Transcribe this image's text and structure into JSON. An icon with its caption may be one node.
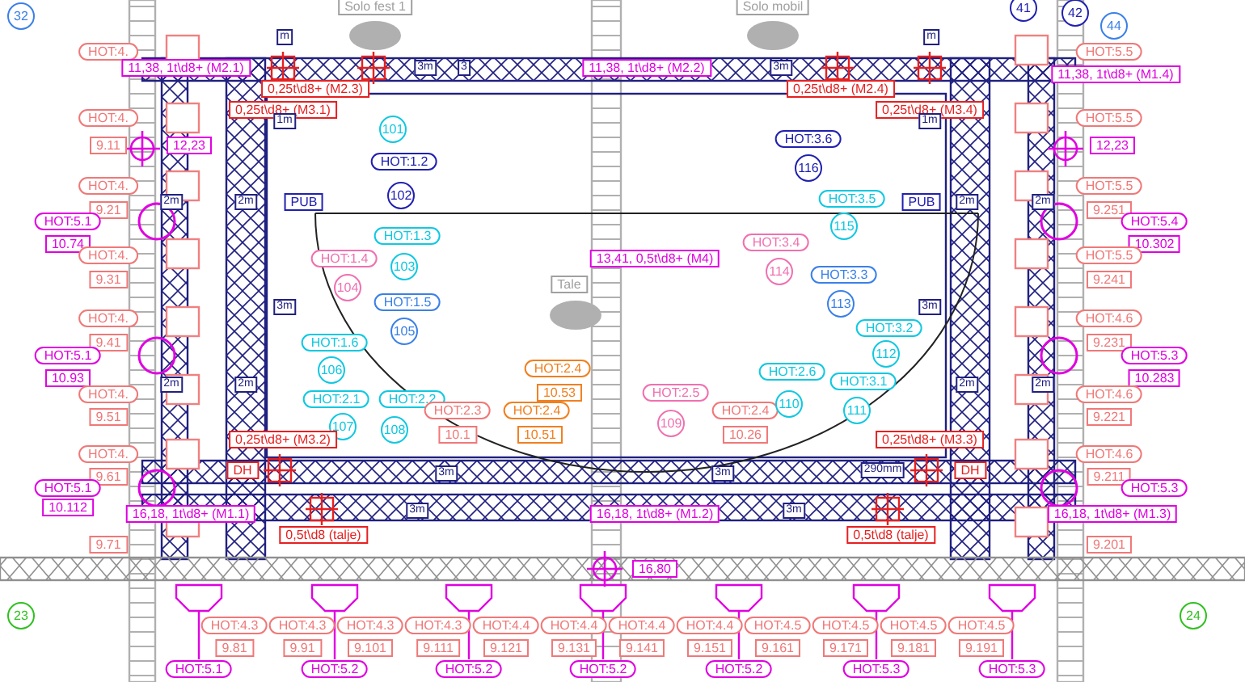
{
  "diagram": {
    "nodes": [
      {
        "text": [
          "HOT:4."
        ]
      },
      {
        "text": [
          "HOT:4."
        ]
      },
      {
        "text": [
          "9.11"
        ]
      },
      {
        "text": [
          "12,23"
        ]
      },
      {
        "text": [
          "HOT:4."
        ]
      },
      {
        "text": [
          "9.21"
        ]
      },
      {
        "text": [
          "HOT:5.1"
        ]
      },
      {
        "text": [
          "10.74"
        ]
      },
      {
        "text": [
          "HOT:4."
        ]
      },
      {
        "text": [
          "9.31"
        ]
      },
      {
        "text": [
          "HOT:4."
        ]
      },
      {
        "text": [
          "9.41"
        ]
      },
      {
        "text": [
          "HOT:5.1"
        ]
      },
      {
        "text": [
          "10.93"
        ]
      },
      {
        "text": [
          "HOT:4."
        ]
      },
      {
        "text": [
          "9.51"
        ]
      },
      {
        "text": [
          "HOT:4."
        ]
      },
      {
        "text": [
          "9.61"
        ]
      },
      {
        "text": [
          "HOT:5.1"
        ]
      },
      {
        "text": [
          "10.112"
        ]
      },
      {
        "text": [
          "9.71"
        ]
      },
      {
        "text": [
          "HOT:5.5"
        ]
      },
      {
        "text": [
          "HOT:5.5"
        ]
      },
      {
        "text": [
          "12,23"
        ]
      },
      {
        "text": [
          "HOT:5.5"
        ]
      },
      {
        "text": [
          "9.251"
        ]
      },
      {
        "text": [
          "HOT:5.4"
        ]
      },
      {
        "text": [
          "10.302"
        ]
      },
      {
        "text": [
          "HOT:5.5"
        ]
      },
      {
        "text": [
          "9.241"
        ]
      },
      {
        "text": [
          "HOT:4.6"
        ]
      },
      {
        "text": [
          "9.231"
        ]
      },
      {
        "text": [
          "HOT:5.3"
        ]
      },
      {
        "text": [
          "10.283"
        ]
      },
      {
        "text": [
          "HOT:4.6"
        ]
      },
      {
        "text": [
          "9.221"
        ]
      },
      {
        "text": [
          "HOT:4.6"
        ]
      },
      {
        "text": [
          "9.211"
        ]
      },
      {
        "text": [
          "HOT:5.3"
        ]
      },
      {
        "text": [
          "9.201"
        ]
      },
      {
        "text": [
          "11,38, 1t\\d8+ (M2.1)"
        ]
      },
      {
        "text": [
          "0,25t\\d8+ (M2.3)"
        ]
      },
      {
        "text": [
          "0,25t\\d8+ (M3.1)"
        ]
      },
      {
        "text": [
          "11,38, 1t\\d8+ (M2.2)"
        ]
      },
      {
        "text": [
          "0,25t\\d8+ (M2.4)"
        ]
      },
      {
        "text": [
          "0,25t\\d8+ (M3.4)"
        ]
      },
      {
        "text": [
          "11,38, 1t\\d8+ (M1.4)"
        ]
      },
      {
        "text": [
          "13,41, 0,5t\\d8+ (M4)"
        ]
      },
      {
        "text": [
          "101"
        ]
      },
      {
        "text": [
          "HOT:1.2"
        ]
      },
      {
        "text": [
          "102"
        ]
      },
      {
        "text": [
          "PUB"
        ]
      },
      {
        "text": [
          "PUB"
        ]
      },
      {
        "text": [
          "HOT:1.3"
        ]
      },
      {
        "text": [
          "103"
        ]
      },
      {
        "text": [
          "HOT:1.4"
        ]
      },
      {
        "text": [
          "104"
        ]
      },
      {
        "text": [
          "HOT:1.5"
        ]
      },
      {
        "text": [
          "105"
        ]
      },
      {
        "text": [
          "HOT:1.6"
        ]
      },
      {
        "text": [
          "106"
        ]
      },
      {
        "text": [
          "HOT:2.1"
        ]
      },
      {
        "text": [
          "107"
        ]
      },
      {
        "text": [
          "HOT:2.2"
        ]
      },
      {
        "text": [
          "108"
        ]
      },
      {
        "text": [
          "HOT:2.3"
        ]
      },
      {
        "text": [
          "10.1"
        ]
      },
      {
        "text": [
          "HOT:2.4"
        ]
      },
      {
        "text": [
          "10.53"
        ]
      },
      {
        "text": [
          "HOT:2.4"
        ]
      },
      {
        "text": [
          "10.51"
        ]
      },
      {
        "text": [
          "HOT:2.5"
        ]
      },
      {
        "text": [
          "109"
        ]
      },
      {
        "text": [
          "HOT:2.4"
        ]
      },
      {
        "text": [
          "10.26"
        ]
      },
      {
        "text": [
          "HOT:2.6"
        ]
      },
      {
        "text": [
          "110"
        ]
      },
      {
        "text": [
          "HOT:3.1"
        ]
      },
      {
        "text": [
          "111"
        ]
      },
      {
        "text": [
          "112"
        ]
      },
      {
        "text": [
          "HOT:3.2"
        ]
      },
      {
        "text": [
          "HOT:3.3"
        ]
      },
      {
        "text": [
          "113"
        ]
      },
      {
        "text": [
          "HOT:3.4"
        ]
      },
      {
        "text": [
          "114"
        ]
      },
      {
        "text": [
          "HOT:3.5"
        ]
      },
      {
        "text": [
          "115"
        ]
      },
      {
        "text": [
          "HOT:3.6"
        ]
      },
      {
        "text": [
          "116"
        ]
      },
      {
        "text": [
          "0,25t\\d8+ (M3.2)"
        ]
      },
      {
        "text": [
          "DH"
        ]
      },
      {
        "text": [
          "0,25t\\d8+ (M3.3)"
        ]
      },
      {
        "text": [
          "DH"
        ]
      },
      {
        "text": [
          "16,18, 1t\\d8+ (M1.1)"
        ]
      },
      {
        "text": [
          "0,5t\\d8 (talje)"
        ]
      },
      {
        "text": [
          "16,18, 1t\\d8+ (M1.2)"
        ]
      },
      {
        "text": [
          "16,18, 1t\\d8+ (M1.3)"
        ]
      },
      {
        "text": [
          "0,5t\\d8 (talje)"
        ]
      },
      {
        "text": [
          "16,80"
        ]
      },
      {
        "text": [
          "HOT:4.3"
        ]
      },
      {
        "text": [
          "9.81"
        ]
      },
      {
        "text": [
          "HOT:4.3"
        ]
      },
      {
        "text": [
          "9.91"
        ]
      },
      {
        "text": [
          "HOT:4.3"
        ]
      },
      {
        "text": [
          "9.101"
        ]
      },
      {
        "text": [
          "HOT:4.3"
        ]
      },
      {
        "text": [
          "9.111"
        ]
      },
      {
        "text": [
          "HOT:4.4"
        ]
      },
      {
        "text": [
          "9.121"
        ]
      },
      {
        "text": [
          "HOT:4.4"
        ]
      },
      {
        "text": [
          "9.131"
        ]
      },
      {
        "text": [
          "HOT:4.4"
        ]
      },
      {
        "text": [
          "9.141"
        ]
      },
      {
        "text": [
          "HOT:4.4"
        ]
      },
      {
        "text": [
          "9.151"
        ]
      },
      {
        "text": [
          "HOT:4.5"
        ]
      },
      {
        "text": [
          "9.161"
        ]
      },
      {
        "text": [
          "HOT:4.5"
        ]
      },
      {
        "text": [
          "9.171"
        ]
      },
      {
        "text": [
          "HOT:4.5"
        ]
      },
      {
        "text": [
          "9.181"
        ]
      },
      {
        "text": [
          "HOT:4.5"
        ]
      },
      {
        "text": [
          "9.191"
        ]
      },
      {
        "text": [
          "HOT:5.1"
        ]
      },
      {
        "text": [
          "HOT:5.2"
        ]
      },
      {
        "text": [
          "HOT:5.2"
        ]
      },
      {
        "text": [
          "HOT:5.2"
        ]
      },
      {
        "text": [
          "HOT:5.2"
        ]
      },
      {
        "text": [
          "HOT:5.3"
        ]
      },
      {
        "text": [
          "HOT:5.3"
        ]
      },
      {
        "text": [
          "32"
        ]
      },
      {
        "text": [
          "41"
        ]
      },
      {
        "text": [
          "42"
        ]
      },
      {
        "text": [
          "44"
        ]
      },
      {
        "text": [
          "23"
        ]
      },
      {
        "text": [
          "24"
        ]
      },
      {
        "text": [
          "Solo fest 1"
        ]
      },
      {
        "text": [
          "Solo mobil"
        ]
      },
      {
        "text": [
          "Tale"
        ]
      }
    ],
    "labels": [
      "3m",
      "3",
      "3m",
      "m",
      "1m",
      "m",
      "1m",
      "2m",
      "2m",
      "2m",
      "2m",
      "2m",
      "2m",
      "2m",
      "2m",
      "3m",
      "3m",
      "3m",
      "3m",
      "3m",
      "3m",
      "290mm"
    ]
  }
}
